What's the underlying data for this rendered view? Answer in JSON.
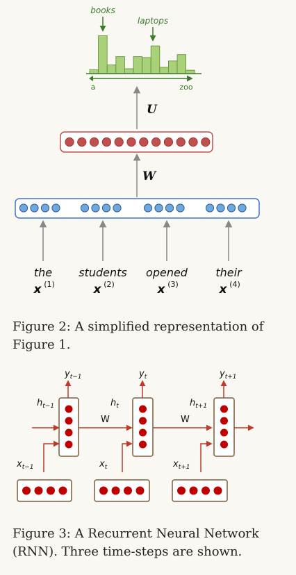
{
  "figure2": {
    "histogram": {
      "label_books": "books",
      "label_laptops": "laptops",
      "axis_start": "a",
      "axis_end": "zoo",
      "bar_heights": [
        0.08,
        0.78,
        0.18,
        0.35,
        0.1,
        0.35,
        0.33,
        0.57,
        0.13,
        0.26,
        0.39,
        0.07
      ],
      "bar_fill": "#a8d17a",
      "bar_stroke": "#5a8a2c"
    },
    "labels": {
      "U": "U",
      "W": "W"
    },
    "words": [
      {
        "word": "the",
        "var": "x",
        "sup": "(1)"
      },
      {
        "word": "students",
        "var": "x",
        "sup": "(2)"
      },
      {
        "word": "opened",
        "var": "x",
        "sup": "(3)"
      },
      {
        "word": "their",
        "var": "x",
        "sup": "(4)"
      }
    ],
    "colors": {
      "hidden_border": "#c0504d",
      "hidden_dot": "#c0504d",
      "input_border": "#4472c4",
      "input_dot": "#6fa8dc",
      "arrow": "#888888"
    },
    "caption": "Figure 2: A simplified representation of Figure 1."
  },
  "figure3": {
    "labels": {
      "y_prev": "y",
      "y_prev_sub": "t−1",
      "y_cur": "y",
      "y_cur_sub": "t",
      "y_next": "y",
      "y_next_sub": "t+1",
      "h_prev": "h",
      "h_prev_sub": "t−1",
      "h_cur": "h",
      "h_cur_sub": "t",
      "h_next": "h",
      "h_next_sub": "t+1",
      "x_prev": "x",
      "x_prev_sub": "t−1",
      "x_cur": "x",
      "x_cur_sub": "t",
      "x_next": "x",
      "x_next_sub": "t+1",
      "w1": "W",
      "w2": "W"
    },
    "colors": {
      "box_border": "#7a5c3e",
      "dot": "#c00000",
      "arrow": "#c0392b"
    },
    "caption": "Figure 3: A Recurrent Neural Network (RNN). Three time-steps are shown."
  }
}
